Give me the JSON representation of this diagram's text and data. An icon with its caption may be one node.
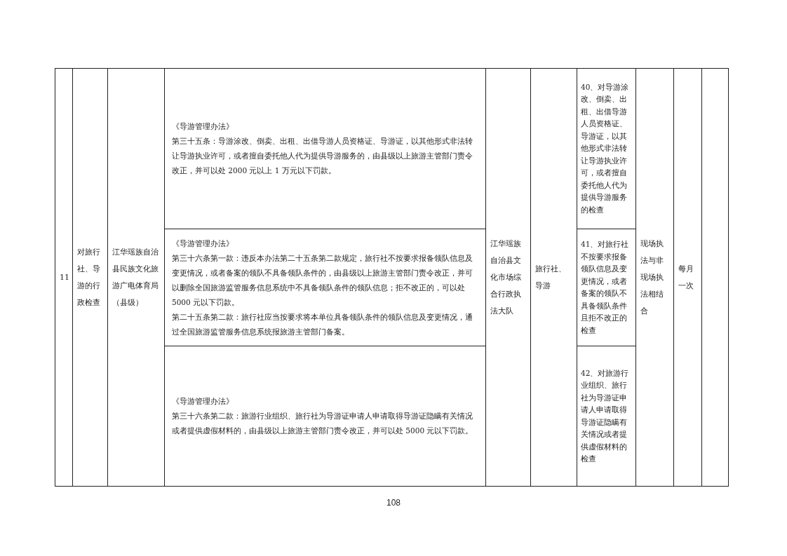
{
  "diagram": {
    "labels": [
      "11",
      "对旅行社、导游的行政检查",
      "江华瑶族自治县民族文化旅游广电体育局（县级）",
      "《导游管理办法》",
      "第三十五条：导游涂改、倒卖、出租、出借导游人员资格证、导游证，以其他形式非法转让导游执业许可，或者擅自委托他人代为提供导游服务的，由县级以上旅游主管部门责令改正，并可以处 2000 元以上 1 万元以下罚款。",
      "江华瑶族自治县文化市场综合行政执法大队",
      "旅行社、导游",
      "40、对导游涂改、倒卖、出租、出借导游人员资格证、导游证，以其他形式非法转让导游执业许可，或者擅自委托他人代为提供导游服务的检查",
      "现场执法与非现场执法相结合",
      "每月一次",
      "《导游管理办法》",
      "第三十六条第一款：违反本办法第二十五条第二款规定，旅行社不按要求报备领队信息及变更情况，或者备案的领队不具备领队条件的，由县级以上旅游主管部门责令改正，并可以删除全国旅游监管服务信息系统中不具备领队条件的领队信息；拒不改正的，可以处 5000 元以下罚款。",
      "第二十五条第二款：旅行社应当按要求将本单位具备领队条件的领队信息及变更情况，通过全国旅游监管服务信息系统报旅游主管部门备案。",
      "41、对旅行社不按要求报备领队信息及变更情况，或者备案的领队不具备领队条件且拒不改正的检查",
      "《导游管理办法》",
      "第三十六条第二款：旅游行业组织、旅行社为导游证申请人申请取得导游证隐瞒有关情况或者提供虚假材料的，由县级以上旅游主管部门责令改正，并可以处 5000 元以下罚款。",
      "42、对旅游行业组织、旅行社为导游证申请人申请取得导游证隐瞒有关情况或者提供虚假材料的检查",
      "108"
    ]
  }
}
